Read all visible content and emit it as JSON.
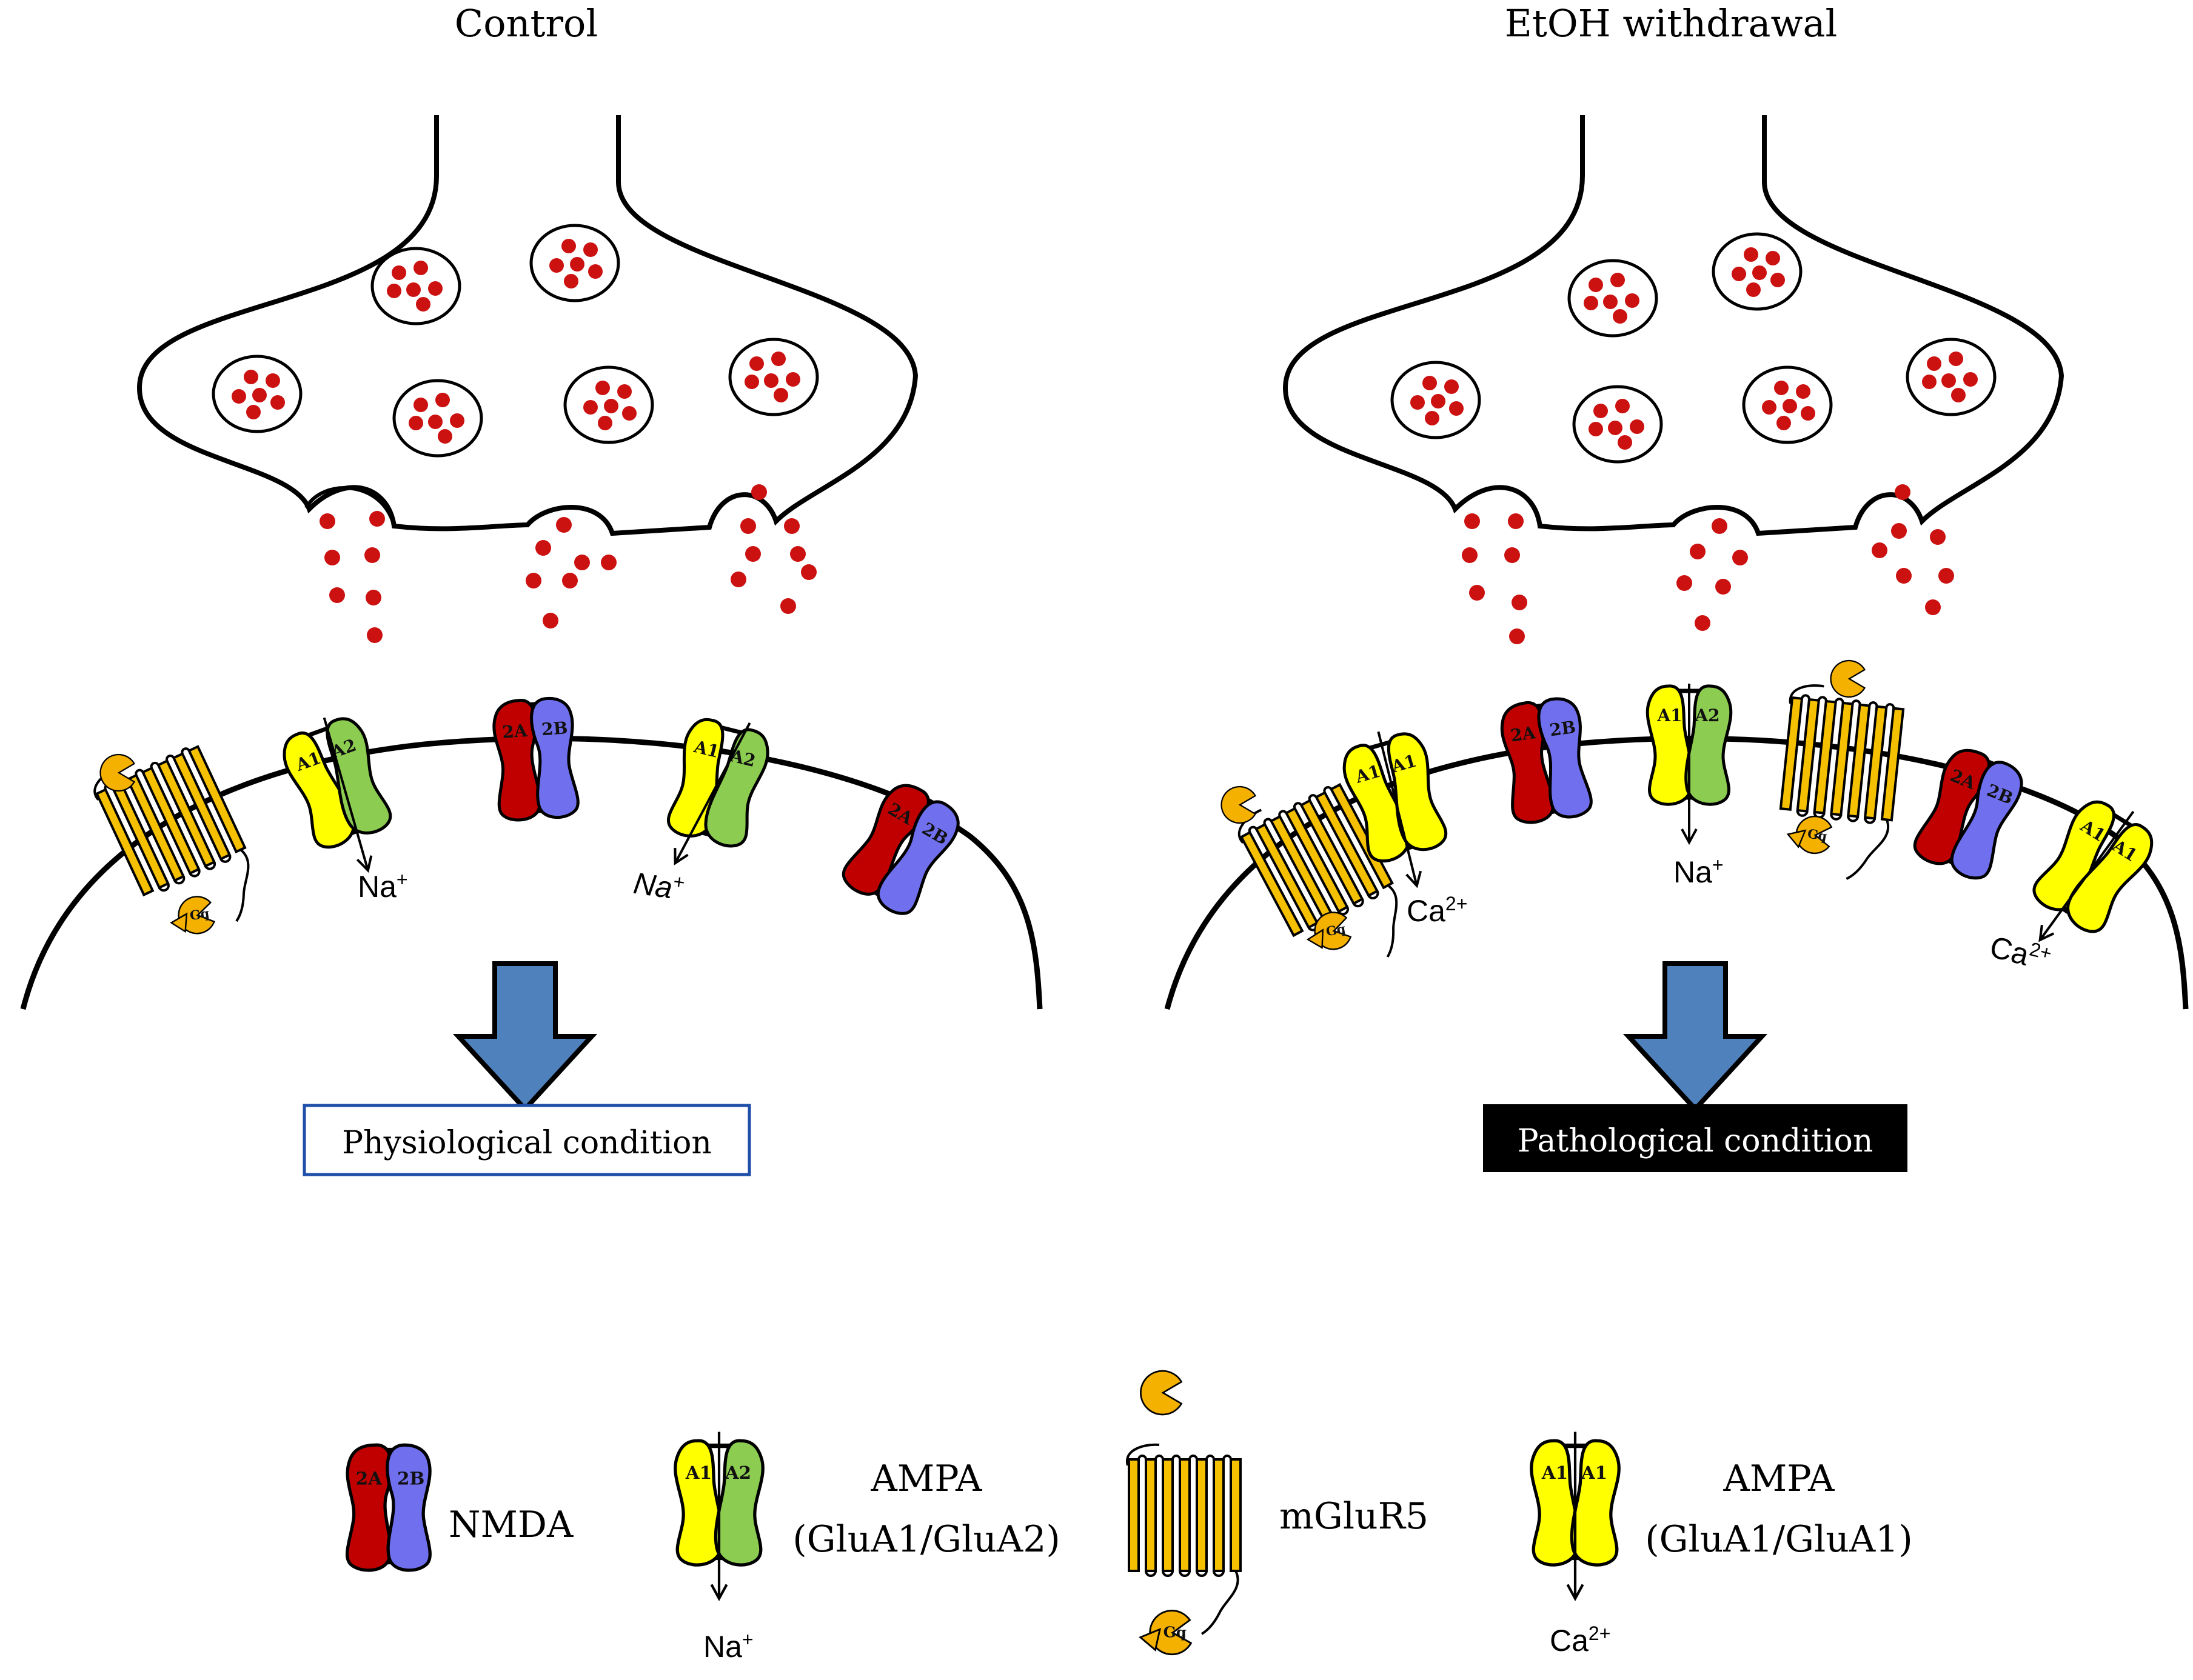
{
  "panels": {
    "left": {
      "title": "Control",
      "outcome": "Physiological condition"
    },
    "right": {
      "title": "EtOH withdrawal",
      "outcome": "Pathological condition"
    }
  },
  "ions": {
    "na": "Na",
    "na_charge": "+",
    "ca": "Ca",
    "ca_charge": "2+"
  },
  "subunits": {
    "glun2a": "2A",
    "glun2b": "2B",
    "glua1": "A1",
    "glua2": "A2",
    "gq": "Gq"
  },
  "legend": {
    "nmda": "NMDA",
    "ampa12_name": "AMPA",
    "ampa12_sub": "(GluA1/GluA2)",
    "mglur5": "mGluR5",
    "ampa11_name": "AMPA",
    "ampa11_sub": "(GluA1/GluA1)"
  },
  "colors": {
    "glutamate": "#cc1111",
    "glun2a": "#c00000",
    "glun2b": "#7070ee",
    "glua1": "#ffff00",
    "glua2": "#8ccc50",
    "mglur5": "#f5c000",
    "gprotein": "#f5b100",
    "arrow": "#4f81bd",
    "physiological_border": "#1f4fa8",
    "pathological_fill": "#000000"
  }
}
